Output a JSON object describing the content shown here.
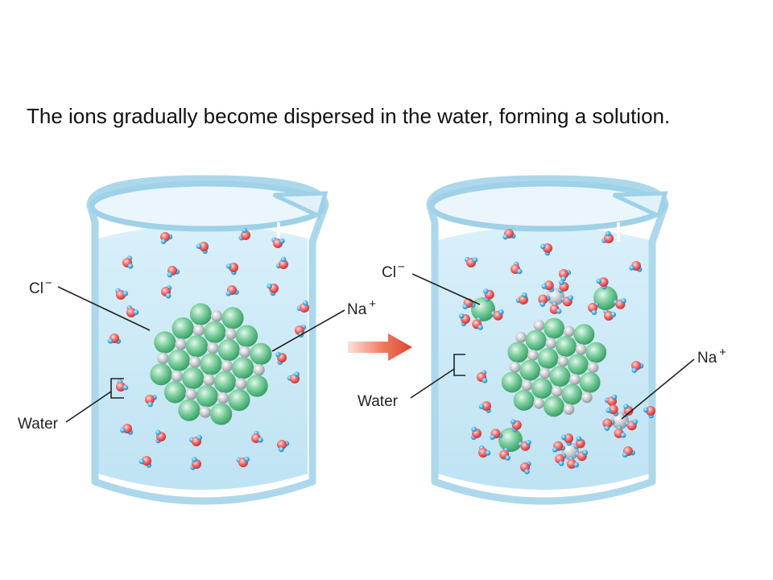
{
  "caption": "The ions gradually become dispersed in the water, forming a solution.",
  "left_beaker": {
    "label_cl": "Cl",
    "label_cl_charge": "−",
    "label_na": "Na",
    "label_na_charge": "+",
    "label_water": "Water"
  },
  "right_beaker": {
    "label_cl": "Cl",
    "label_cl_charge": "−",
    "label_na": "Na",
    "label_na_charge": "+",
    "label_water": "Water"
  },
  "colors": {
    "chloride": "#4fb877",
    "sodium": "#a8acb0",
    "oxygen": "#e2494b",
    "hydrogen": "#2f9fdc",
    "water_fill": "#cfeaf6",
    "glass_edge": "#8ec8e3",
    "arrow": "#e8523a"
  }
}
